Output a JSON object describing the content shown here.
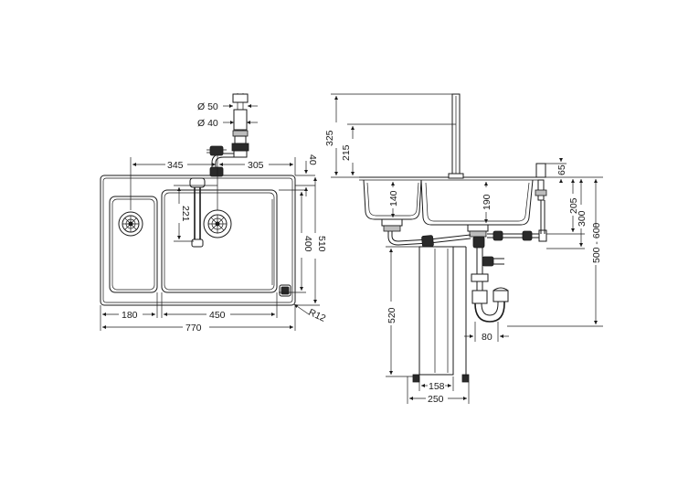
{
  "top_view": {
    "drain_diameter_top": "Ø 50",
    "drain_diameter_bottom": "Ø 40",
    "dim_345": "345",
    "dim_305": "305",
    "dim_40": "40",
    "dim_221": "221",
    "dim_400": "400",
    "dim_510": "510",
    "dim_180": "180",
    "dim_450": "450",
    "dim_770": "770",
    "dim_r12": "R12"
  },
  "side_view": {
    "dim_325": "325",
    "dim_215": "215",
    "dim_65": "65",
    "dim_140": "140",
    "dim_190": "190",
    "dim_205": "205",
    "dim_300": "300",
    "dim_500_600": "500 - 600",
    "dim_520": "520",
    "dim_80": "80",
    "dim_158": "158",
    "dim_250": "250"
  }
}
